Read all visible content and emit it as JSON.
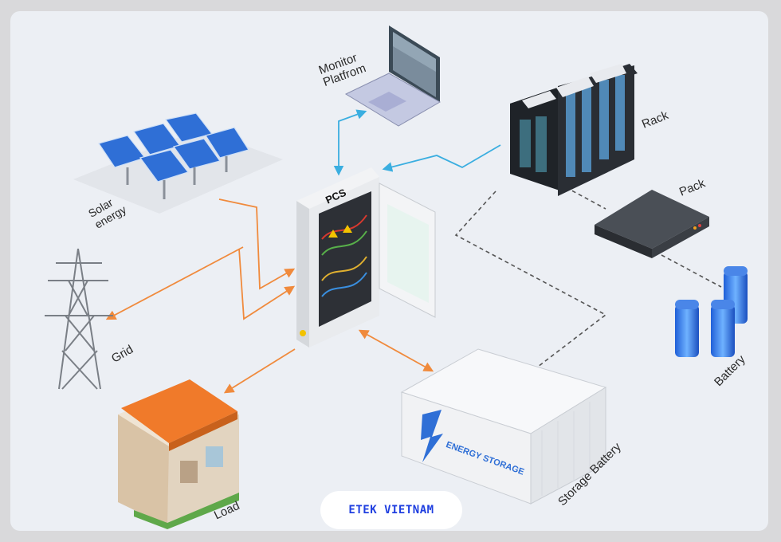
{
  "labels": {
    "monitor": "Monitor\nPlatfrom",
    "rack": "Rack",
    "pack": "Pack",
    "battery": "Battery",
    "solar": "Solar\nenergy",
    "grid": "Grid",
    "load": "Load",
    "storage_battery": "Storage Battery",
    "pcs": "PCS",
    "container_text": "ENERGY STORAGE"
  },
  "brand": {
    "text": "ETEK VIETNAM",
    "color": "#1f3fe0"
  },
  "colors": {
    "orange_link": "#f08a3c",
    "blue_link": "#3aaee0",
    "dashed_link": "#555555",
    "roof": "#f07a2a"
  },
  "icons": [
    "laptop-icon",
    "rack-icon",
    "pack-icon",
    "battery-cells-icon",
    "solar-panels-icon",
    "power-tower-icon",
    "house-icon",
    "pcs-cabinet-icon",
    "storage-container-icon"
  ]
}
